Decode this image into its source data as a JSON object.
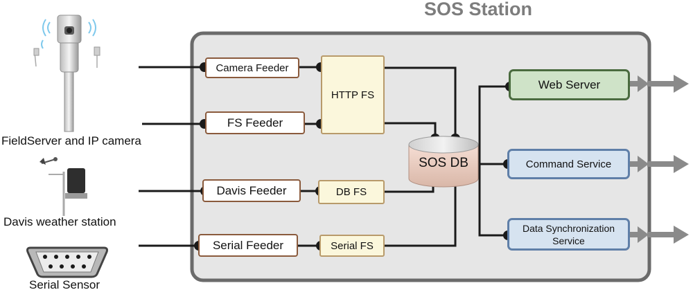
{
  "station": {
    "title": "SOS Station"
  },
  "external": {
    "fieldserver_label": "FieldServer and IP camera",
    "davis_label": "Davis weather station",
    "serial_label": "Serial Sensor"
  },
  "feeders": {
    "camera": "Camera Feeder",
    "fs": "FS Feeder",
    "davis": "Davis Feeder",
    "serial": "Serial Feeder"
  },
  "filesystems": {
    "http": "HTTP FS",
    "db": "DB FS",
    "serial": "Serial FS"
  },
  "database": {
    "label": "SOS DB"
  },
  "services": {
    "web": "Web Server",
    "command": "Command Service",
    "datasync": "Data Synchronization Service"
  },
  "colors": {
    "station_fill": "#e6e6e6",
    "station_border": "#6b6b6b",
    "feeder_border": "#8a5a3c",
    "fs_fill": "#fbf7dc",
    "web_fill": "#cfe3c8",
    "service_fill": "#d6e3f0",
    "connector": "#1a1a1a",
    "arrow": "#8a8a8a"
  }
}
